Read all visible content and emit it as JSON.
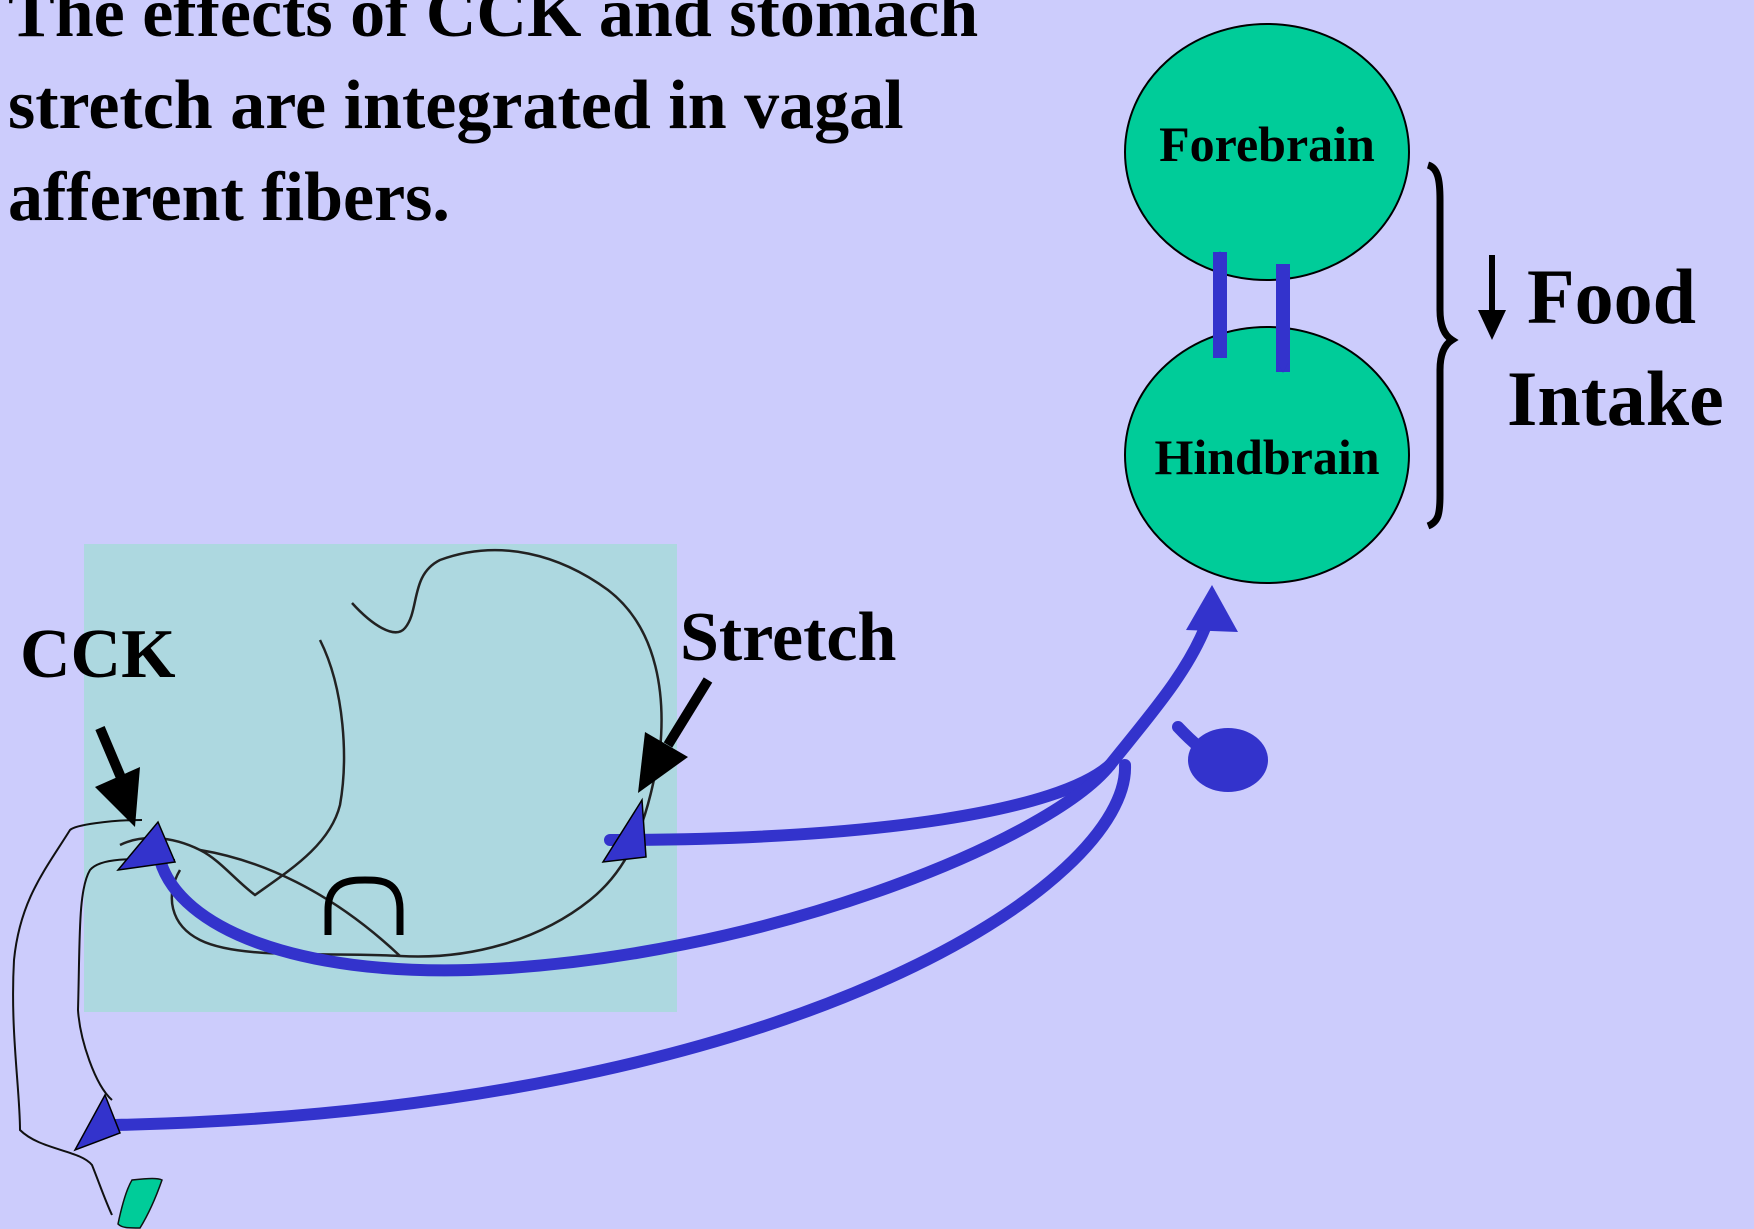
{
  "title_lines": [
    "The effects of CCK and stomach",
    "stretch are integrated in vagal",
    "afferent fibers."
  ],
  "regions": {
    "forebrain": "Forebrain",
    "hindbrain": "Hindbrain"
  },
  "stimuli": {
    "cck": "CCK",
    "stretch": "Stretch"
  },
  "outcome": {
    "line1": "Food",
    "line2": "Intake"
  },
  "colors": {
    "background": "#ccccfc",
    "brain": "#00cc99",
    "stomach_panel": "#add8e0",
    "pathway": "#3333cc"
  }
}
